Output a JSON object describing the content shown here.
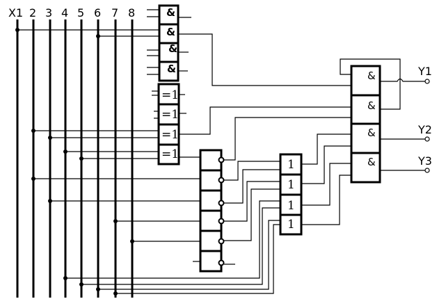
{
  "inputs": [
    "X1",
    "2",
    "3",
    "4",
    "5",
    "6",
    "7",
    "8"
  ],
  "outputs": [
    "Y1",
    "Y2",
    "Y3"
  ],
  "gates": {
    "and_top": [
      "&",
      "&",
      "&",
      "&"
    ],
    "xor": [
      "=1",
      "=1",
      "=1",
      "=1"
    ],
    "or": [
      "1",
      "1",
      "1",
      "1"
    ],
    "and_out": [
      "&",
      "&",
      "&",
      "&"
    ]
  },
  "inverter_block_count": 6
}
